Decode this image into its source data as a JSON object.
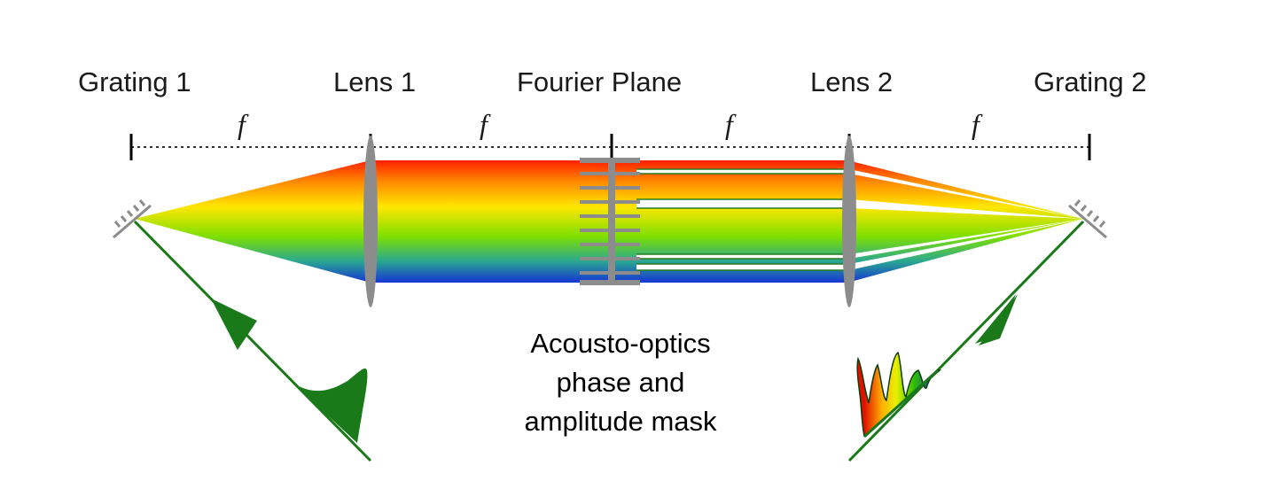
{
  "labels": {
    "grating1": "Grating 1",
    "lens1": "Lens 1",
    "fourier": "Fourier Plane",
    "lens2": "Lens 2",
    "grating2": "Grating 2"
  },
  "focal_symbol": "f",
  "caption": {
    "line1": "Acousto-optics",
    "line2": "phase and",
    "line3": "amplitude mask"
  },
  "colors": {
    "pulse_green": "#1a7a1a",
    "optic_gray": "#8c8c8c",
    "spectrum_red": "#ff2000",
    "spectrum_orange": "#ff9a00",
    "spectrum_yellow": "#ffee00",
    "spectrum_green": "#88e000",
    "spectrum_blue": "#1540d0"
  }
}
